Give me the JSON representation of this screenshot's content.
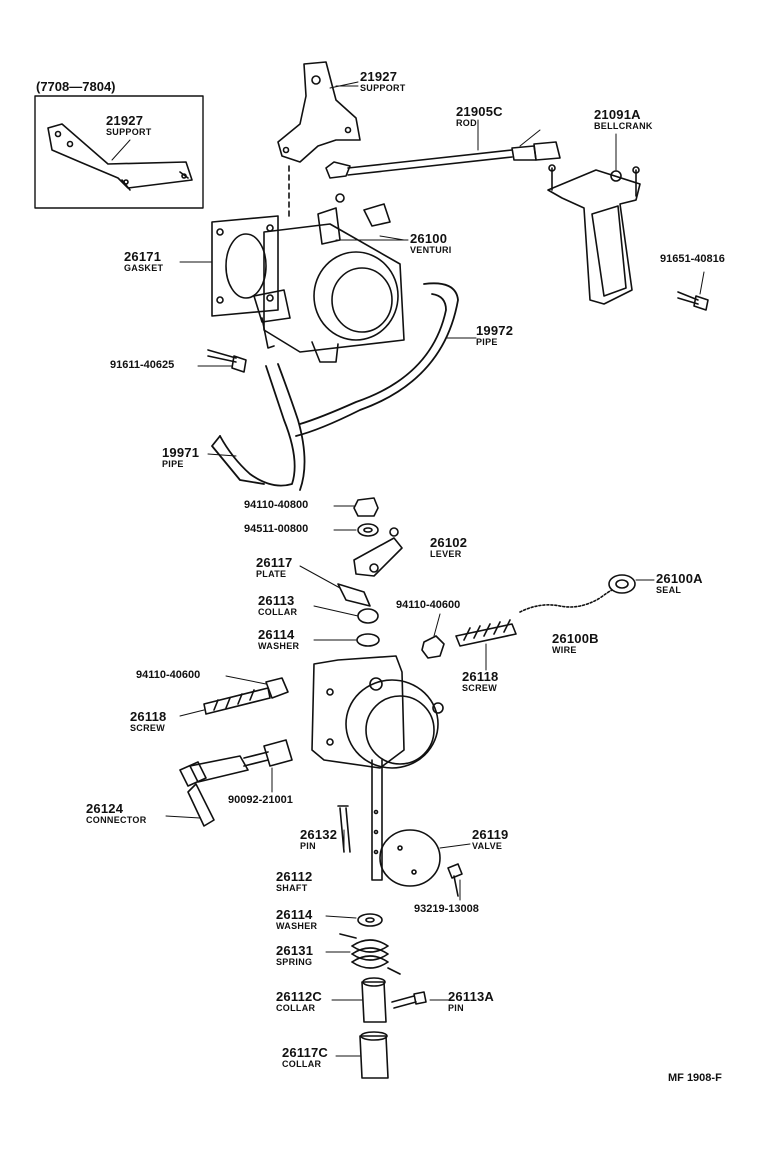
{
  "inset": {
    "range": "(7708—7804)",
    "part": "21927",
    "name": "SUPPORT"
  },
  "parts": [
    {
      "num": "21927",
      "name": "SUPPORT"
    },
    {
      "num": "21905C",
      "name": "ROD"
    },
    {
      "num": "21091A",
      "name": "BELLCRANK"
    },
    {
      "num": "26100",
      "name": "VENTURI"
    },
    {
      "num": "26171",
      "name": "GASKET"
    },
    {
      "num": "91651-40816",
      "name": ""
    },
    {
      "num": "19972",
      "name": "PIPE"
    },
    {
      "num": "91611-40625",
      "name": ""
    },
    {
      "num": "19971",
      "name": "PIPE"
    },
    {
      "num": "94110-40800",
      "name": ""
    },
    {
      "num": "94511-00800",
      "name": ""
    },
    {
      "num": "26102",
      "name": "LEVER"
    },
    {
      "num": "26117",
      "name": "PLATE"
    },
    {
      "num": "26100A",
      "name": "SEAL"
    },
    {
      "num": "26113",
      "name": "COLLAR"
    },
    {
      "num": "94110-40600",
      "name": ""
    },
    {
      "num": "26100B",
      "name": "WIRE"
    },
    {
      "num": "26114",
      "name": "WASHER"
    },
    {
      "num": "26118",
      "name": "SCREW"
    },
    {
      "num": "94110-40600",
      "name": ""
    },
    {
      "num": "26118",
      "name": "SCREW"
    },
    {
      "num": "90092-21001",
      "name": ""
    },
    {
      "num": "26124",
      "name": "CONNECTOR"
    },
    {
      "num": "26132",
      "name": "PIN"
    },
    {
      "num": "26119",
      "name": "VALVE"
    },
    {
      "num": "26112",
      "name": "SHAFT"
    },
    {
      "num": "93219-13008",
      "name": ""
    },
    {
      "num": "26114",
      "name": "WASHER"
    },
    {
      "num": "26131",
      "name": "SPRING"
    },
    {
      "num": "26112C",
      "name": "COLLAR"
    },
    {
      "num": "26113A",
      "name": "PIN"
    },
    {
      "num": "26117C",
      "name": "COLLAR"
    }
  ],
  "footer": "MF 1908-F"
}
